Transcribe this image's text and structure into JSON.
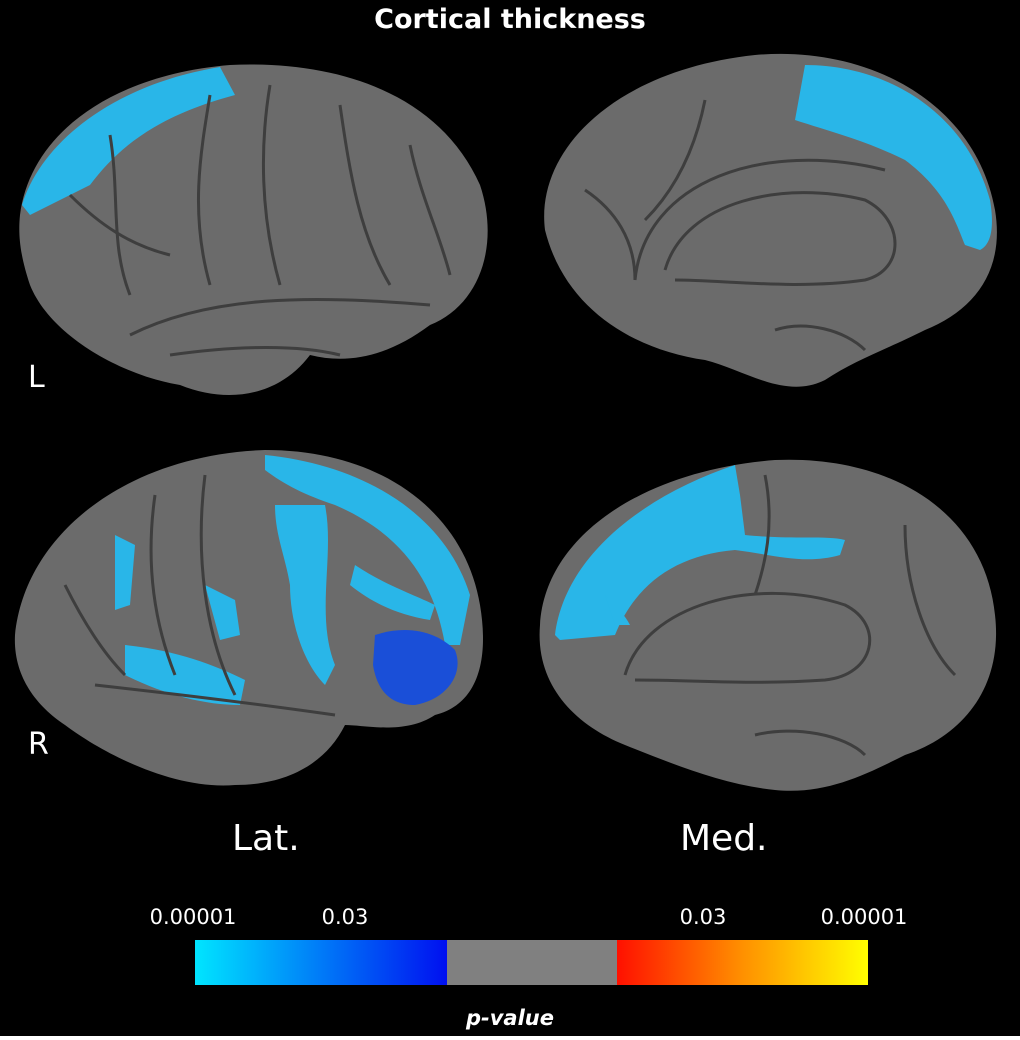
{
  "title": "Cortical thickness",
  "hemispheres": {
    "left": "L",
    "right": "R"
  },
  "views": {
    "lateral": "Lat.",
    "medial": "Med."
  },
  "colorbar": {
    "label": "p-value",
    "ticks": [
      "0.00001",
      "0.03",
      "0.03",
      "0.00001"
    ],
    "negative_colors": [
      "#00e5ff",
      "#0010f0"
    ],
    "neutral_color": "#808080",
    "positive_colors": [
      "#ff1000",
      "#ffff00"
    ]
  },
  "colors": {
    "cortex": "#6b6b6b",
    "effect_light": "#29b6e8",
    "effect_dark": "#1a4fd8"
  }
}
